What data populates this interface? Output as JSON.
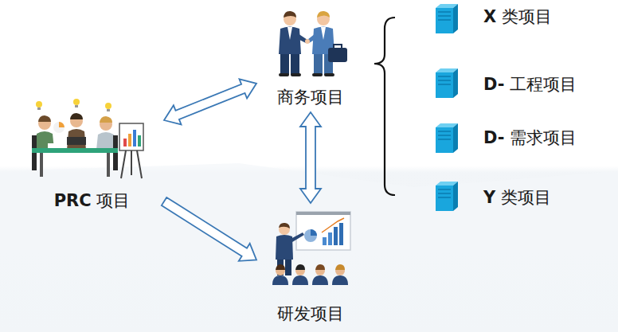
{
  "diagram": {
    "nodes": [
      {
        "text": [
          "PRC 项目"
        ]
      },
      {
        "text": [
          "商务项目"
        ]
      },
      {
        "text": [
          "研发项目"
        ]
      },
      {
        "text": [
          "X 类项目"
        ]
      },
      {
        "text": [
          "D- 工程项目"
        ]
      },
      {
        "text": [
          "D- 需求项目"
        ]
      },
      {
        "text": [
          "Y 类项目"
        ]
      }
    ],
    "edges": [
      {
        "from": 0,
        "to": 1,
        "arrow": "both"
      },
      {
        "from": 1,
        "to": 2,
        "arrow": "both"
      },
      {
        "from": 0,
        "to": 2,
        "arrow": "to"
      }
    ]
  }
}
